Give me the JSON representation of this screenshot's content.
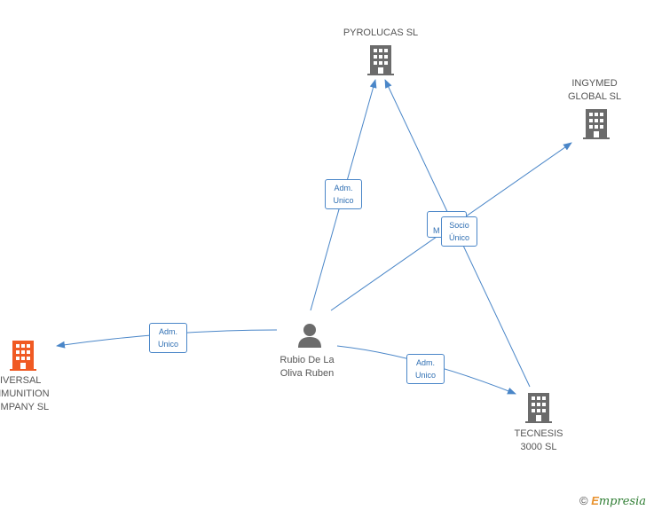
{
  "nodes": {
    "pyrolucas": {
      "label": "PYROLUCAS  SL",
      "color": "#6b6b6b"
    },
    "ingymed": {
      "label": "INGYMED\nGLOBAL  SL",
      "color": "#6b6b6b"
    },
    "universal": {
      "label": "NIVERSAL\nMMUNITION\nOMPANY  SL",
      "color": "#f05a23"
    },
    "tecnesis": {
      "label": "TECNESIS\n3000 SL",
      "color": "#6b6b6b"
    },
    "person": {
      "label": "Rubio De La\nOliva Ruben",
      "color": "#6b6b6b"
    }
  },
  "edge_labels": {
    "person_pyrolucas": "Adm.\nUnico",
    "person_universal": "Adm.\nUnico",
    "person_tecnesis": "Adm.\nUnico",
    "hidden_m": "M",
    "socio": "Socio\nÚnico"
  },
  "colors": {
    "edge": "#4a86c8"
  },
  "footer": {
    "copyright_symbol": "©",
    "brand_first": "E",
    "brand_rest": "mpresia"
  }
}
